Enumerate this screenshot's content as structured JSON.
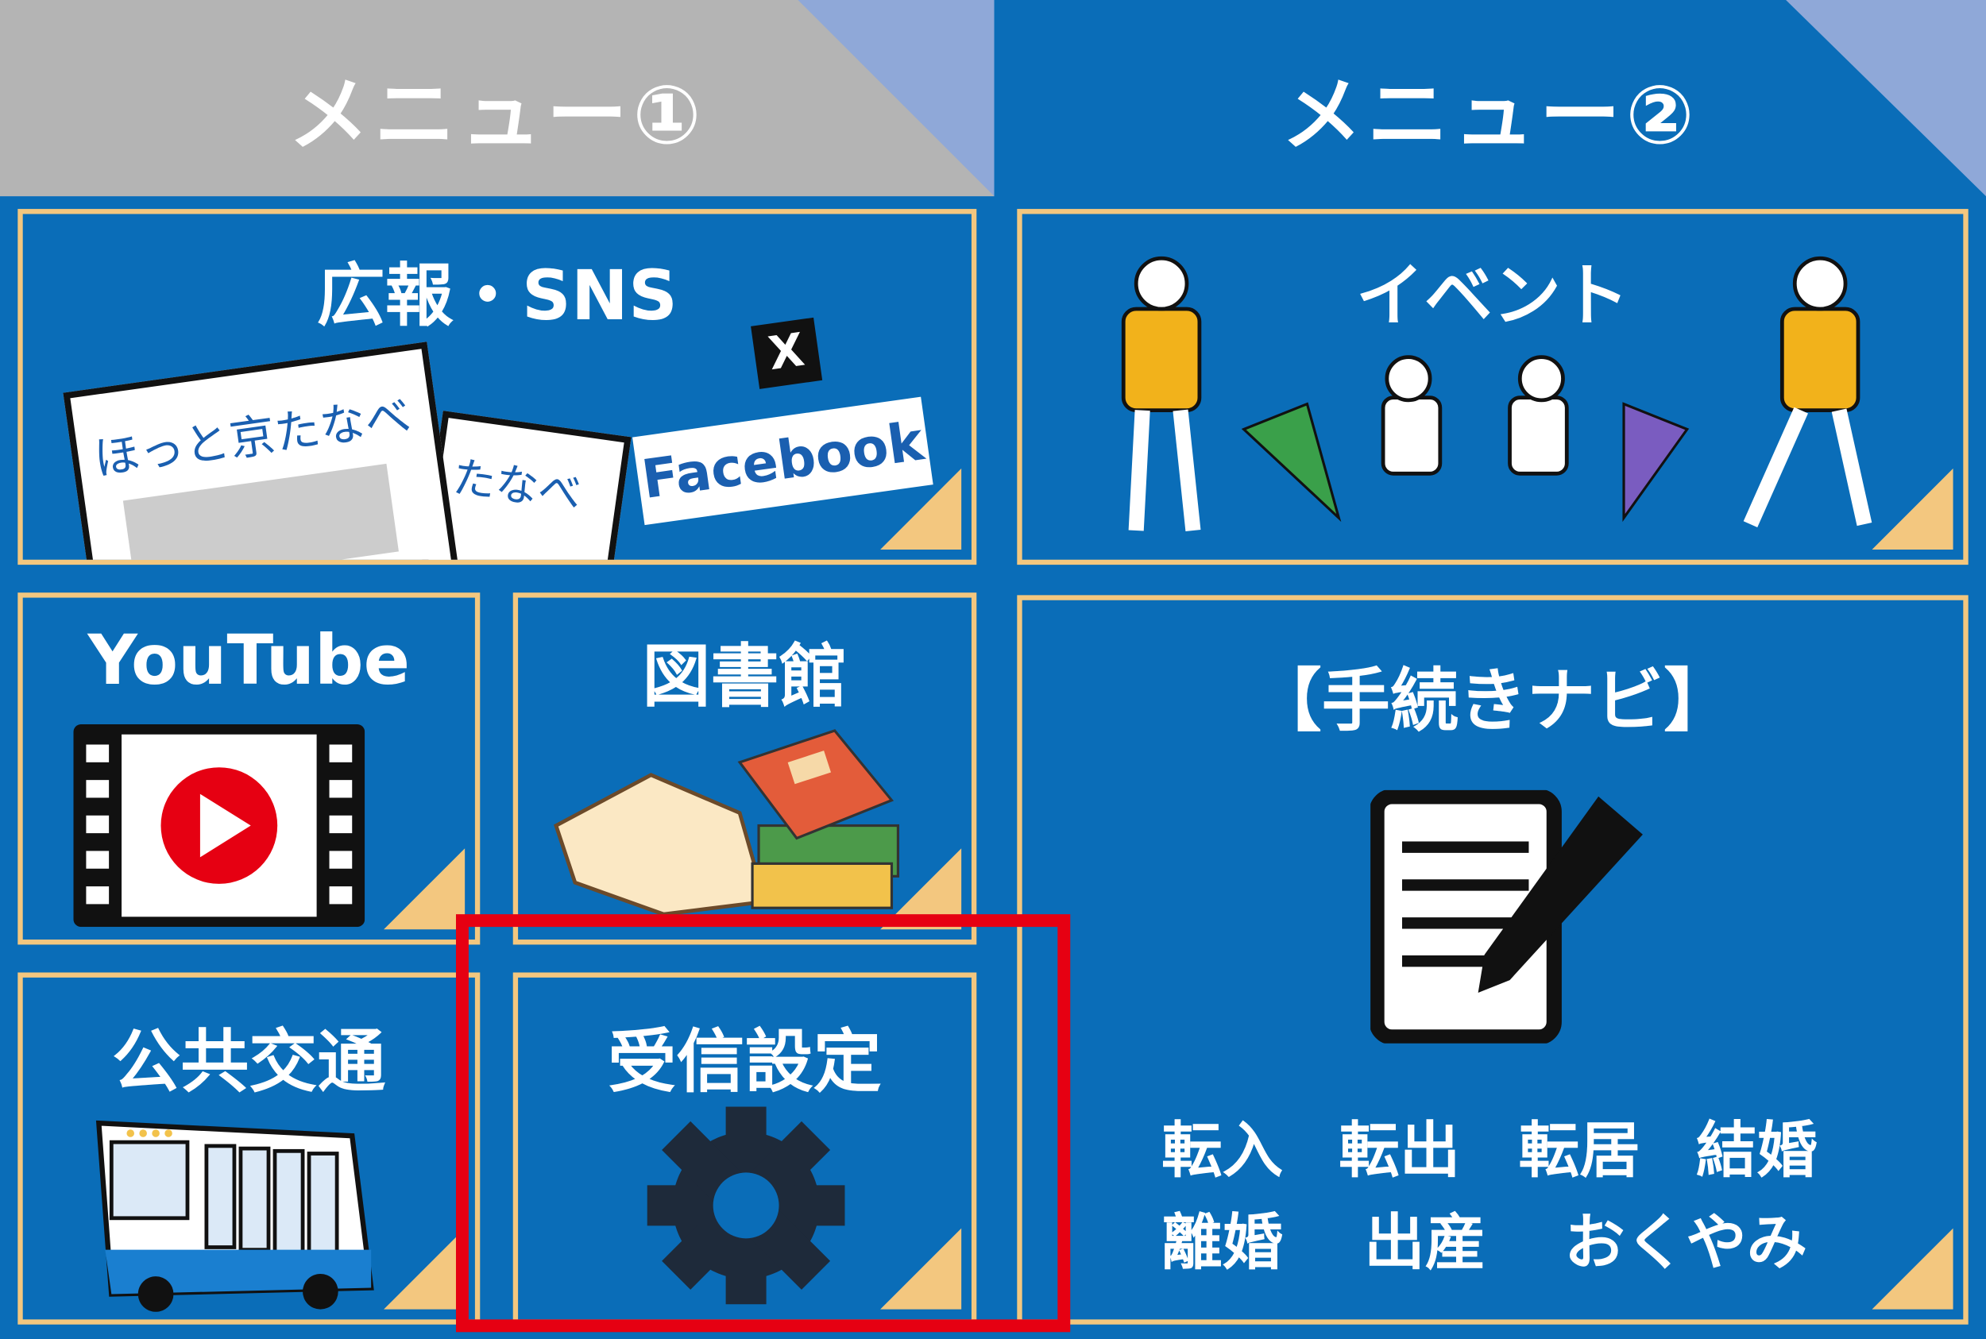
{
  "menu1": {
    "title": "メニュー①"
  },
  "menu2": {
    "title": "メニュー②"
  },
  "panels": {
    "pr_sns": {
      "title": "広報・SNS",
      "newsletter_text": "ほっと京たなべ",
      "newsletter_text_back": "たなべ",
      "x_label": "X",
      "facebook_label": "Facebook"
    },
    "event": {
      "title": "イベント"
    },
    "youtube": {
      "title": "YouTube"
    },
    "library": {
      "title": "図書館"
    },
    "procedures": {
      "title": "【手続きナビ】",
      "items": [
        "転入",
        "転出",
        "転居",
        "結婚",
        "離婚",
        "出産",
        "おくやみ"
      ]
    },
    "transport": {
      "title": "公共交通"
    },
    "settings": {
      "title": "受信設定"
    }
  },
  "colors": {
    "background": "#0a6db8",
    "border": "#f3c77f",
    "menu1_header": "#b4b4b4",
    "accent_triangle": "#8fa8d8",
    "highlight": "#e60012"
  }
}
